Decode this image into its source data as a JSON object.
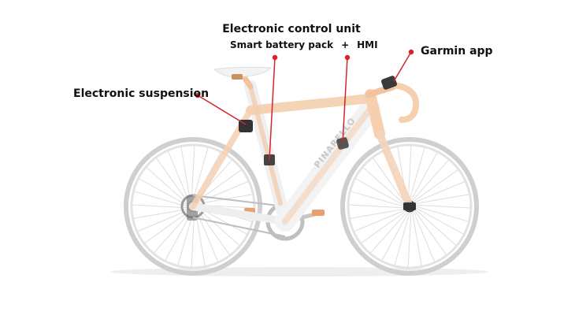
{
  "labels": {
    "ecu_title": "Electronic control unit",
    "battery": "Smart battery pack",
    "plus": "+",
    "hmi": "HMI",
    "garmin": "Garmin app",
    "suspension": "Electronic suspension"
  },
  "frame_brand": "PINARELLO",
  "colors": {
    "frame": "#f2b98b",
    "frame_dark": "#e89a62",
    "wheel": "#c9c9c9",
    "pointer": "#d8232a",
    "component": "#3a3a3a"
  }
}
